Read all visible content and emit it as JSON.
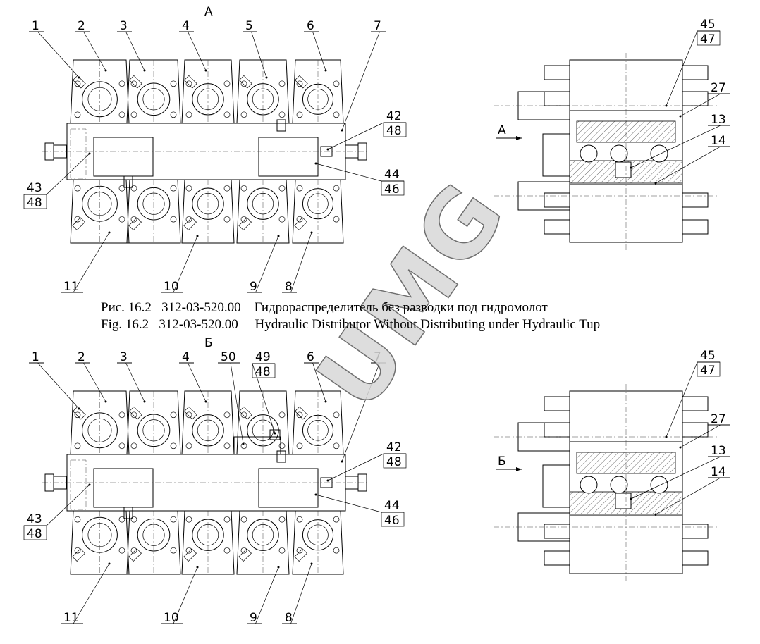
{
  "figures": [
    {
      "view_label": "А",
      "section_label": "А",
      "callouts": {
        "top": [
          "1",
          "2",
          "3",
          "4",
          "5",
          "6",
          "7"
        ],
        "right_pair": [
          "42",
          "48"
        ],
        "left_pair": [
          "43",
          "48"
        ],
        "right_pair2": [
          "44",
          "46"
        ],
        "bottom": [
          "11",
          "10",
          "9",
          "8"
        ],
        "side_pair": [
          "45",
          "47"
        ],
        "side": [
          "27",
          "13",
          "14"
        ]
      }
    },
    {
      "view_label": "Б",
      "section_label": "Б",
      "callouts": {
        "top": [
          "1",
          "2",
          "3",
          "4",
          "50",
          "6",
          "7"
        ],
        "mid_pair": [
          "49",
          "48"
        ],
        "right_pair": [
          "42",
          "48"
        ],
        "left_pair": [
          "43",
          "48"
        ],
        "right_pair2": [
          "44",
          "46"
        ],
        "bottom": [
          "11",
          "10",
          "9",
          "8"
        ],
        "side_pair": [
          "45",
          "47"
        ],
        "side": [
          "27",
          "13",
          "14"
        ]
      }
    }
  ],
  "caption": {
    "ru": "Рис. 16.2   312-03-520.00    Гидрораспределитель без разводки под гидромолот",
    "en": "Fig. 16.2   312-03-520.00     Hydraulic Distributor Without Distributing under Hydraulic Tup"
  },
  "watermark": "UMG"
}
